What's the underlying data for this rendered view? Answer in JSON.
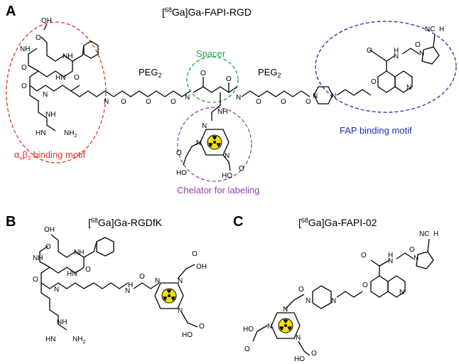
{
  "colors": {
    "integrin_motif": "#e0332c",
    "spacer": "#22a04b",
    "chelator": "#8e44ad",
    "fap_motif": "#1f2db3",
    "radioactive": "#f5e000"
  },
  "panel_a": {
    "letter": "A",
    "title_prefix": "68",
    "title_main": "Ga]Ga-FAPI-RGD",
    "peg_left": "PEG",
    "peg_right": "PEG",
    "peg_sub": "2",
    "label_spacer": "Spacer",
    "label_fap": "FAP binding motif",
    "label_chelator": "Chelator for labeling",
    "label_integrin": "binding motif",
    "alpha": "α",
    "alpha_sub": "v",
    "beta": "β",
    "beta_sub": "3"
  },
  "panel_b": {
    "letter": "B",
    "title_prefix": "68",
    "title_main": "Ga]Ga-RGDfK"
  },
  "panel_c": {
    "letter": "C",
    "title_prefix": "68",
    "title_main": "Ga]Ga-FAPI-02"
  },
  "atoms": {
    "oh": "OH",
    "ho": "HO",
    "o": "O",
    "n": "N",
    "nh": "NH",
    "hn": "HN",
    "h": "H",
    "nh2": "NH",
    "nc": "NC",
    "two": "2"
  },
  "icons": [
    "radioactive-icon"
  ]
}
